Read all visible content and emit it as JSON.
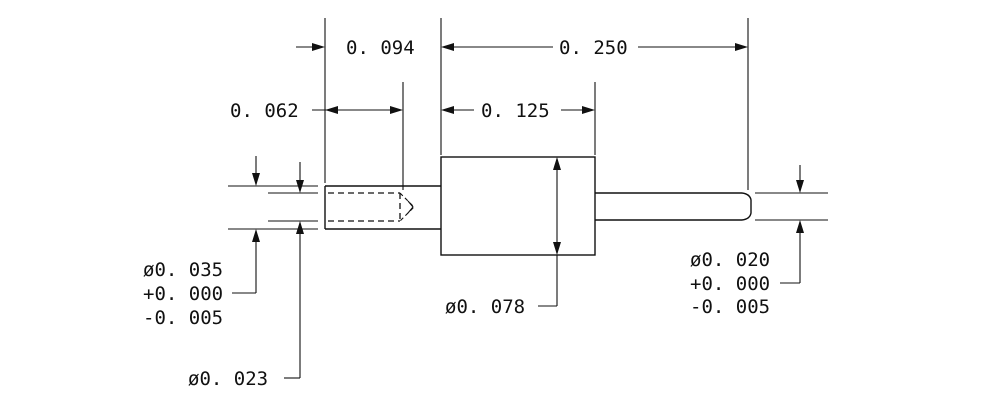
{
  "dimensions": {
    "length_tail": "0. 094",
    "length_total": "0. 250",
    "bore_depth": "0. 062",
    "body_length": "0. 125",
    "tail_dia_line1": "ø0. 035",
    "tail_dia_line2": "+0. 000",
    "tail_dia_line3": "-0. 005",
    "bore_dia": "ø0. 023",
    "body_dia": "ø0. 078",
    "pin_dia_line1": "ø0. 020",
    "pin_dia_line2": "+0. 000",
    "pin_dia_line3": "-0. 005"
  },
  "colors": {
    "ink": "#111111",
    "paper": "#ffffff"
  }
}
